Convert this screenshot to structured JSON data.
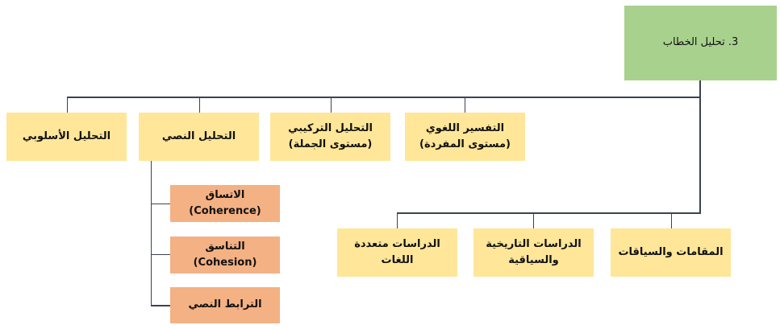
{
  "root": {
    "label": "3. تحليل الخطاب",
    "color": "#a9d18e"
  },
  "level1": [
    {
      "label": "التحليل الأسلوبي"
    },
    {
      "label": "التحليل النصي"
    },
    {
      "label": "التحليل التركيبي (مستوى الجملة)"
    },
    {
      "label": "التفسير اللغوي (مستوى المفردة)"
    }
  ],
  "text_analysis_children": [
    {
      "label": "الاتساق (Coherence)"
    },
    {
      "label": "التناسق (Cohesion)"
    },
    {
      "label": "الترابط النصي"
    }
  ],
  "level2": [
    {
      "label": "الدراسات متعددة اللغات"
    },
    {
      "label": "الدراسات التاريخية والسياقية"
    },
    {
      "label": "المقامات والسياقات"
    }
  ],
  "colors": {
    "level_box": "#ffe699",
    "sub_box": "#f4b183",
    "connector": "#3b4350"
  }
}
